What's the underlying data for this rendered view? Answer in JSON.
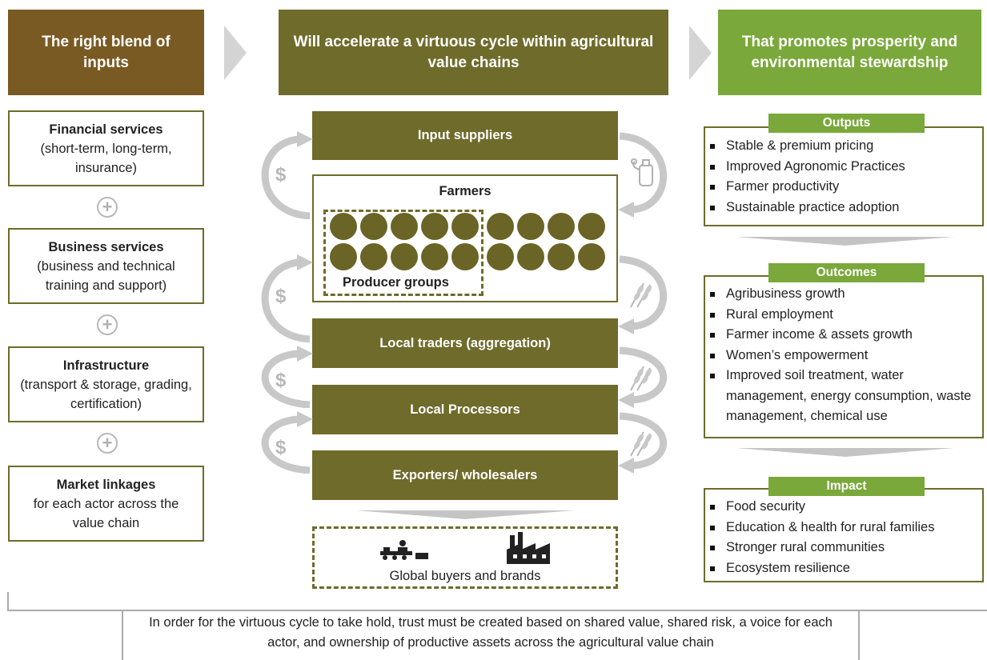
{
  "headers": {
    "inputs": "The right blend of inputs",
    "cycle": "Will accelerate a virtuous cycle within agricultural value chains",
    "prosperity": "That promotes prosperity and environmental stewardship"
  },
  "inputs": [
    {
      "title": "Financial services",
      "detail": "(short-term, long-term, insurance)"
    },
    {
      "title": "Business services",
      "detail": "(business and technical training and support)"
    },
    {
      "title": "Infrastructure",
      "detail": "(transport & storage, grading, certification)"
    },
    {
      "title": "Market linkages",
      "detail": "for each actor across the value chain"
    }
  ],
  "plus_symbol": "+",
  "chain": {
    "input_suppliers": "Input suppliers",
    "farmers": "Farmers",
    "producer_groups": "Producer groups",
    "local_traders": "Local traders (aggregation)",
    "local_processors": "Local Processors",
    "exporters": "Exporters/ wholesalers",
    "global_buyers": "Global buyers and brands",
    "money_symbol": "$"
  },
  "results": {
    "outputs": {
      "label": "Outputs",
      "items": [
        "Stable & premium pricing",
        "Improved Agronomic Practices",
        "Farmer productivity",
        "Sustainable practice adoption"
      ]
    },
    "outcomes": {
      "label": "Outcomes",
      "items": [
        "Agribusiness growth",
        "Rural employment",
        "Farmer income & assets growth",
        "Women’s empowerment",
        "Improved soil treatment, water management, energy consumption, waste management, chemical use"
      ]
    },
    "impact": {
      "label": "Impact",
      "items": [
        "Food security",
        "Education & health for rural families",
        "Stronger rural communities",
        "Ecosystem resilience"
      ]
    }
  },
  "footer": "In order for the virtuous cycle to take hold, trust must be created based on shared value, shared risk, a voice for each actor, and ownership of productive assets across the agricultural value chain",
  "colors": {
    "brown": "#7a5a23",
    "olive": "#6f6b2b",
    "green": "#7aa83a",
    "grey_arrow": "#c8c8c8"
  }
}
